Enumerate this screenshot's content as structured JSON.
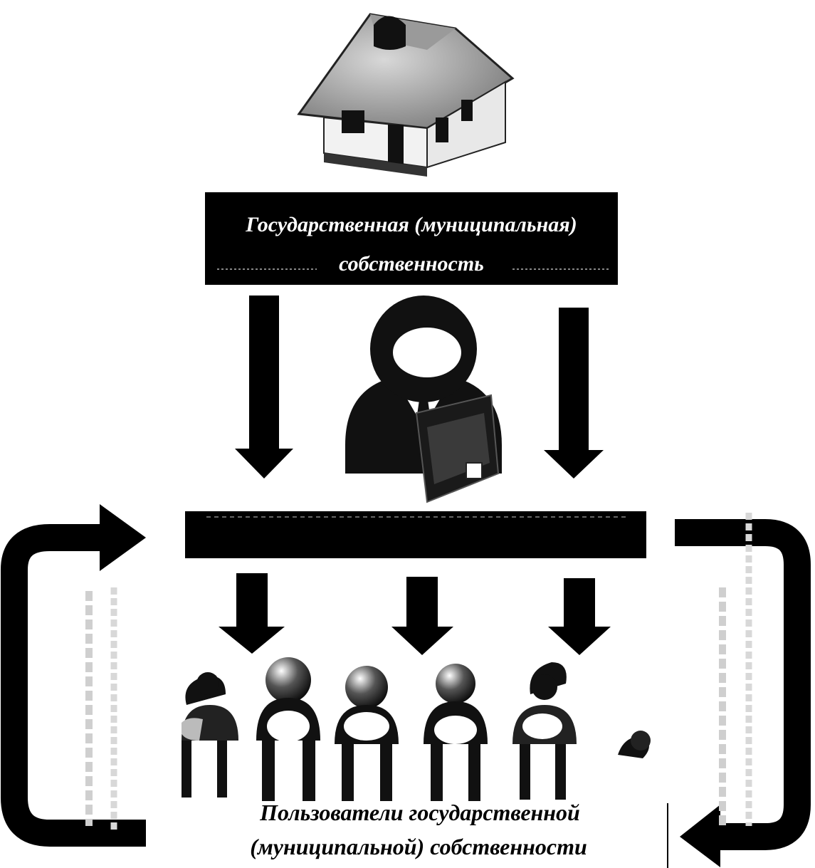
{
  "top_box": {
    "line1": "Государственная (муниципальная)",
    "line2": "собственность"
  },
  "bottom_label": {
    "line1": "Пользователи государственной",
    "line2": "(муниципальной) собственности"
  },
  "icons": {
    "house": "house-icon",
    "manager": "manager-person-icon",
    "users": "user-group-icon"
  },
  "colors": {
    "boxes": "#000000",
    "arrows": "#000000",
    "side_text": "#bdbdbd"
  }
}
